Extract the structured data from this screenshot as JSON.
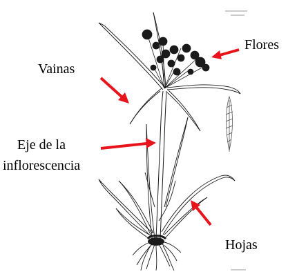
{
  "labels": {
    "flores": "Flores",
    "vainas": "Vainas",
    "eje_line1": "Eje de la",
    "eje_line2": "inflorescencia",
    "hojas": "Hojas"
  },
  "colors": {
    "arrow": "#e8141b",
    "ink": "#1a1a1a",
    "background": "#ffffff"
  }
}
